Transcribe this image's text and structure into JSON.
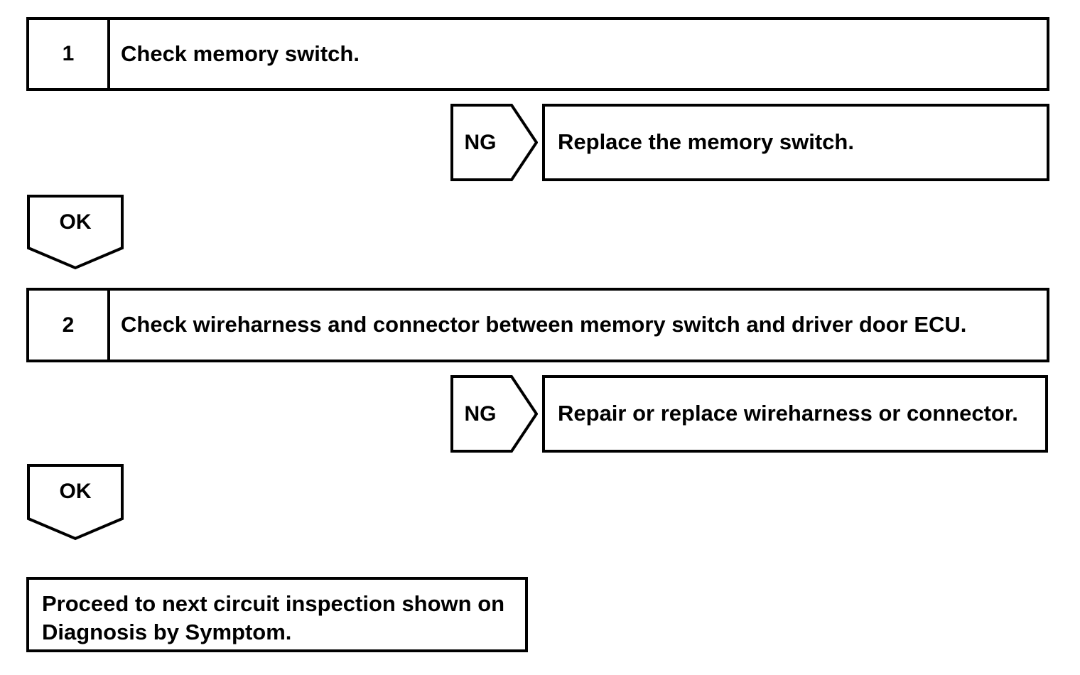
{
  "document": {
    "kind": "troubleshooting-flowchart",
    "ink_color": "#000000",
    "paper_color": "#ffffff"
  },
  "flow": {
    "steps": [
      {
        "number": "1",
        "instruction": "Check memory switch.",
        "ng_label": "NG",
        "ng_action": "Replace the memory switch.",
        "ok_label": "OK"
      },
      {
        "number": "2",
        "instruction": "Check wireharness and connector between memory switch and driver door ECU.",
        "ng_label": "NG",
        "ng_action": "Repair or replace wireharness or connector.",
        "ok_label": "OK"
      }
    ],
    "final": {
      "text": "Proceed to next circuit inspection shown on\nDiagnosis by Symptom."
    }
  }
}
